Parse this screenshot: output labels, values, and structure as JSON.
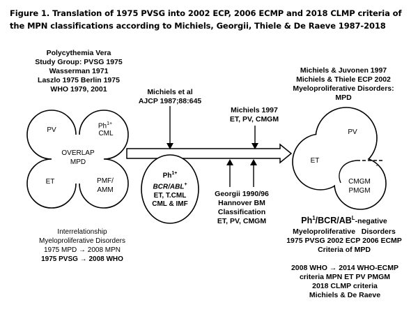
{
  "title": {
    "line1": "Figure 1. Translation of 1975 PVSG into 2002 ECP, 2006 ECMP and 2018 CLMP criteria of",
    "line2": "the MPN classifications according to Michiels, Georgii, Thiele & De Raeve 1987-2018"
  },
  "left_header": {
    "lines": [
      "Polycythemia Vera",
      "Study Group: PVSG 1975",
      "Wasserman 1971",
      "Laszlo 1975 Berlin 1975",
      "WHO 1979, 2001"
    ]
  },
  "overlap": {
    "pv": "PV",
    "ph_base": "Ph",
    "ph_sup": "1+",
    "cml": "CML",
    "center1": "OVERLAP",
    "center2": "MPD",
    "et": "ET",
    "pmf1": "PMF/",
    "pmf2": "AMM"
  },
  "left_footer": {
    "line1": "Interrelationship",
    "line2": "Myeloproliferative Disorders",
    "line3": "1975 MPD → 2008 MPN",
    "line4": "1975 PVSG → 2008 WHO"
  },
  "michiels_1987": {
    "line1": "Michiels et al",
    "line2": "AJCP 1987;88:645"
  },
  "ph_circle": {
    "ph_base": "Ph",
    "ph_sup": "1+",
    "bcr_base": "BCR/ABL",
    "bcr_sup": "+",
    "line3": "ET, T.CML",
    "line4": "CML & IMF"
  },
  "michiels_1997": {
    "line1": "Michiels 1997",
    "line2": "ET, PV, CMGM"
  },
  "georgii": {
    "lines": [
      "Georgii 1990/96",
      "Hannover BM",
      "Classification",
      "ET, PV, CMGM"
    ]
  },
  "right_header": {
    "lines": [
      "Michiels & Juvonen 1997",
      "Michiels & Thiele ECP 2002",
      "Myeloproliferative Disorders:",
      "MPD"
    ]
  },
  "right_cluster": {
    "pv": "PV",
    "et": "ET",
    "cmgm": "CMGM",
    "pmgm": "PMGM",
    "minus": "-"
  },
  "ph_negative": {
    "ph_base": "Ph",
    "ph_sup": "1",
    "bcr_base": "/BCR/AB",
    "bcr_sup": "L",
    "suffix": "-negative",
    "line2": "Myeloproliferative   Disorders",
    "line3": "1975 PVSG 2002 ECP 2006 ECMP",
    "line4": "Criteria of MPD"
  },
  "right_footer": {
    "lines": [
      "2008 WHO → 2014 WHO-ECMP",
      "criteria MPN ET PV PMGM",
      "2018 CLMP criteria",
      "Michiels & De Raeve"
    ]
  }
}
